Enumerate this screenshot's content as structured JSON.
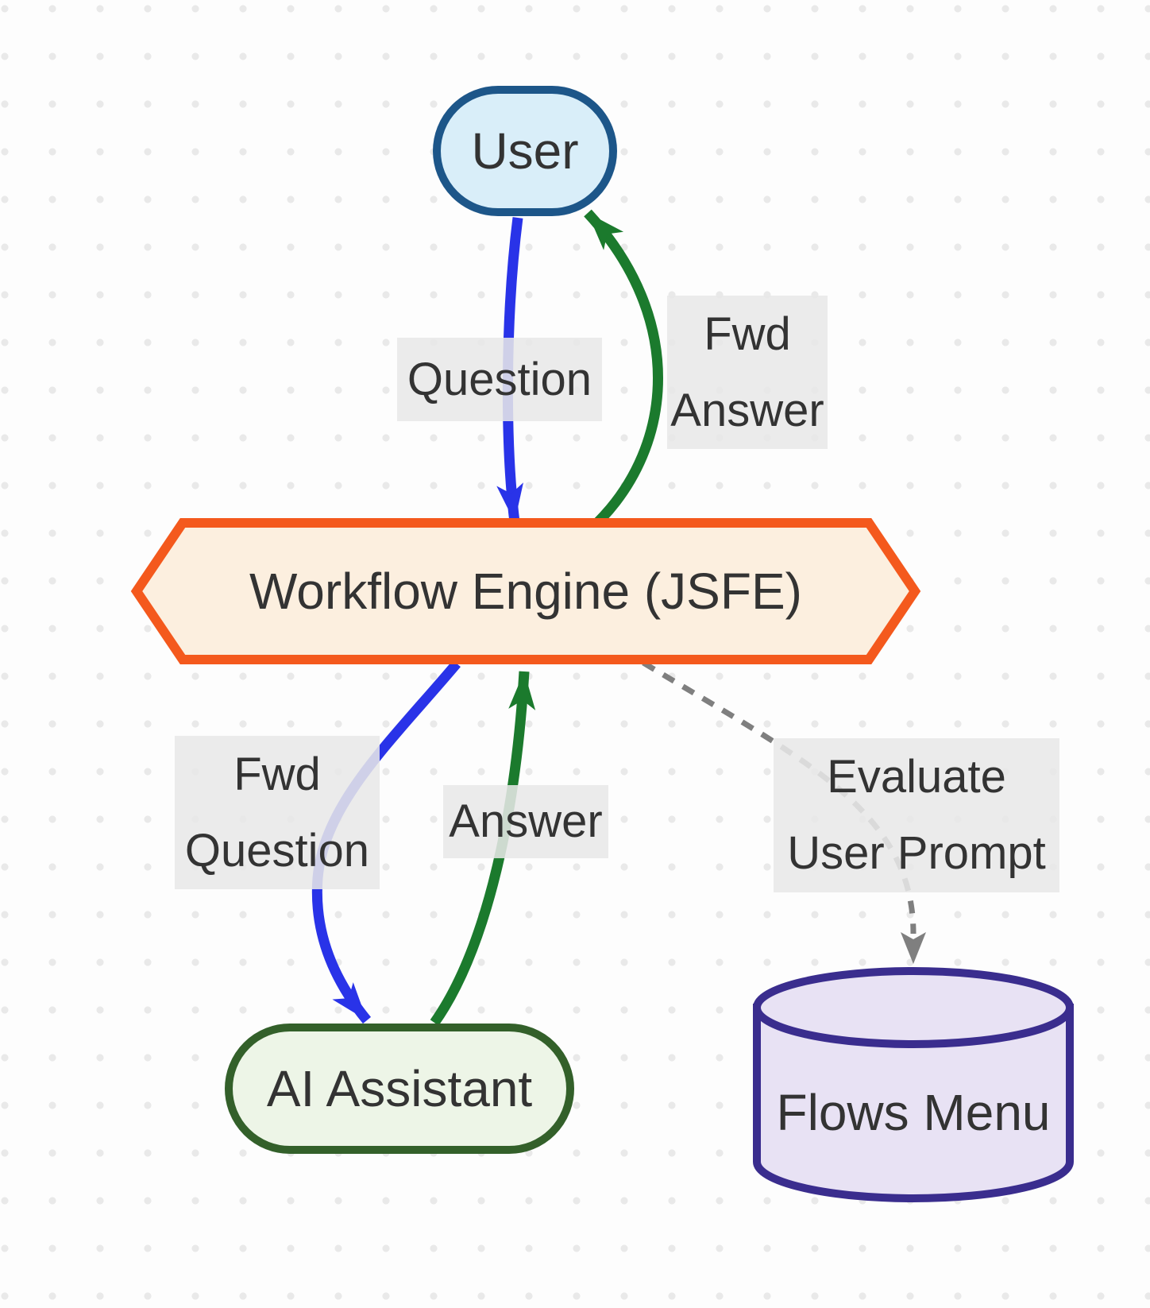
{
  "diagram": {
    "type": "flowchart",
    "nodes": {
      "user": {
        "label": "User",
        "shape": "stadium",
        "fill": "#d9eef9",
        "border": "#1d5689"
      },
      "workflow_engine": {
        "label": "Workflow Engine (JSFE)",
        "shape": "hexagon",
        "fill": "#fcefdf",
        "border": "#f4591d"
      },
      "ai_assistant": {
        "label": "AI Assistant",
        "shape": "stadium",
        "fill": "#edf5e7",
        "border": "#33602a"
      },
      "flows_menu": {
        "label": "Flows Menu",
        "shape": "cylinder",
        "fill": "#e8e2f4",
        "border": "#3a2d8e"
      }
    },
    "edges": [
      {
        "from": "user",
        "to": "workflow_engine",
        "label": "Question",
        "color": "#2933e8",
        "style": "solid"
      },
      {
        "from": "workflow_engine",
        "to": "user",
        "label": "Fwd Answer",
        "color": "#1b7a2d",
        "style": "solid"
      },
      {
        "from": "workflow_engine",
        "to": "ai_assistant",
        "label": "Fwd Question",
        "color": "#2933e8",
        "style": "solid"
      },
      {
        "from": "ai_assistant",
        "to": "workflow_engine",
        "label": "Answer",
        "color": "#1b7a2d",
        "style": "solid"
      },
      {
        "from": "workflow_engine",
        "to": "flows_menu",
        "label": "Evaluate User Prompt",
        "color": "#7f7f7f",
        "style": "dashed"
      }
    ],
    "labels": {
      "question": {
        "text": "Question"
      },
      "fwd_answer": {
        "line1": "Fwd",
        "line2": "Answer"
      },
      "fwd_question": {
        "line1": "Fwd",
        "line2": "Question"
      },
      "answer": {
        "text": "Answer"
      },
      "evaluate_user_prompt": {
        "line1": "Evaluate",
        "line2": "User Prompt"
      }
    },
    "style": {
      "background": "#fdfdfd",
      "dot_color": "#e9e9e9",
      "label_background": "#e8e8e8",
      "text_color": "#333333"
    }
  }
}
